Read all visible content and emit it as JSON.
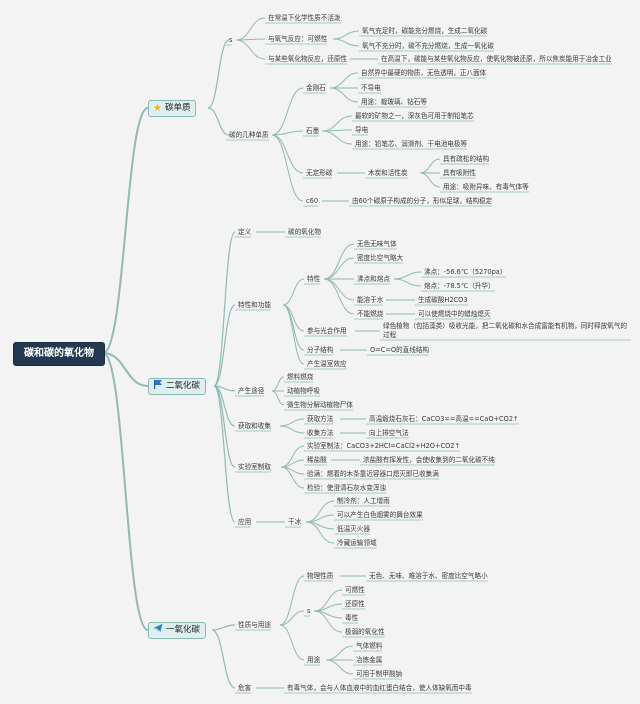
{
  "root": "碳和碳的氧化物",
  "topics": {
    "t1": {
      "label": "碳单质",
      "icon": "star-icon"
    },
    "t2": {
      "label": "二氧化碳",
      "icon": "flag-icon"
    },
    "t3": {
      "label": "一氧化碳",
      "icon": "paper-plane-icon"
    }
  },
  "colors": {
    "line": "#8fbab5",
    "root": "#23394f",
    "topic_bg": "#dfeeee"
  },
  "nodes": {
    "s1": "s",
    "s1a": "在常温下化学性质不活泼",
    "s1b": "与氧气反应：可燃性",
    "s1b1": "氧气充足时，碳能充分燃烧，生成二氧化碳",
    "s1b2": "氧气不充分时，碳不充分燃烧，生成一氧化碳",
    "s1c": "与某些氧化物反应，还原性",
    "s1c1": "在高温下，碳能与某些氧化物反应，使氧化物被还原，所以焦炭能用于冶金工业",
    "s2": "碳的几种单质",
    "jgs": "金刚石",
    "jgs1": "自然界中最硬的物质，无色透明，正八面体",
    "jgs2": "不导电",
    "jgs3": "用途：裁玻璃、钻石等",
    "sm": "石墨",
    "sm1": "最软的矿物之一，深灰色可用于制铅笔芯",
    "sm2": "导电",
    "sm3": "用途：铅笔芯、润滑剂、干电池电极等",
    "wdx": "无定形碳",
    "wdx1": "木炭和活性炭",
    "wdx1a": "具有疏松的结构",
    "wdx1b": "具有吸附性",
    "wdx1c": "用途：吸附异味、有毒气体等",
    "c60": "c60",
    "c601": "由60个碳原子构成的分子，形似足球，结构稳定",
    "dy": "定义",
    "dy1": "碳的氧化物",
    "xz": "特性和功能",
    "tx": "特性",
    "tx1": "无色无味气体",
    "tx2": "密度比空气略大",
    "tx3": "沸点和熔点",
    "tx3a": "沸点：-56.6℃（5270pa）",
    "tx3b": "熔点：-78.5℃（升华）",
    "tx4": "能溶于水",
    "tx4a": "生成碳酸H2CO3",
    "tx5": "不能燃烧",
    "tx5a": "可以使燃烧中的蜡烛熄灭",
    "gh": "参与光合作用",
    "gh1": "绿色植物（包括藻类）吸收光能，把二氧化碳和水合成富能有机物，同时释放氧气的过程",
    "fz": "分子结构",
    "fz1": "O=C=O的直线结构",
    "wsx": "产生温室效应",
    "cs": "产生途径",
    "cs1": "燃料燃烧",
    "cs2": "动植物呼吸",
    "cs3": "微生物分解动植物尸体",
    "hq": "获取和收集",
    "hq1": "获取方法",
    "hq1a": "高温煅烧石灰石：CaCO3==高温==CaO+CO2↑",
    "hq2": "收集方法",
    "hq2a": "向上排空气法",
    "sy": "实验室制取",
    "sy1": "实验室制法：CaCO3+2HCl=CaCl2+H2O+CO2↑",
    "sy2": "稀盐酸",
    "sy2a": "浓盐酸有挥发性，会使收集到的二氧化碳不纯",
    "sy3": "验满：燃着的木条靠近容器口熄灭即已收集满",
    "sy4": "检验：使澄清石灰水变浑浊",
    "yy": "应用",
    "yy1": "干冰",
    "yy1a": "制冷剂：人工增雨",
    "yy1b": "可以产生白色烟雾的舞台效果",
    "yy1c": "低温灭火器",
    "yy1d": "冷藏运输领域",
    "xzyt": "性质与用途",
    "wl": "物理性质",
    "wl1": "无色、无味、难溶于水、密度比空气略小",
    "s3": "s",
    "s3a": "可燃性",
    "s3b": "还原性",
    "s3c": "毒性",
    "s3d": "极弱的氧化性",
    "yt": "用途",
    "yt1": "气体燃料",
    "yt2": "冶炼金属",
    "yt3": "可用于制甲酸钠",
    "wh": "危害",
    "wh1": "有毒气体，会与人体血液中的血红蛋白结合，使人体缺氧而中毒"
  }
}
